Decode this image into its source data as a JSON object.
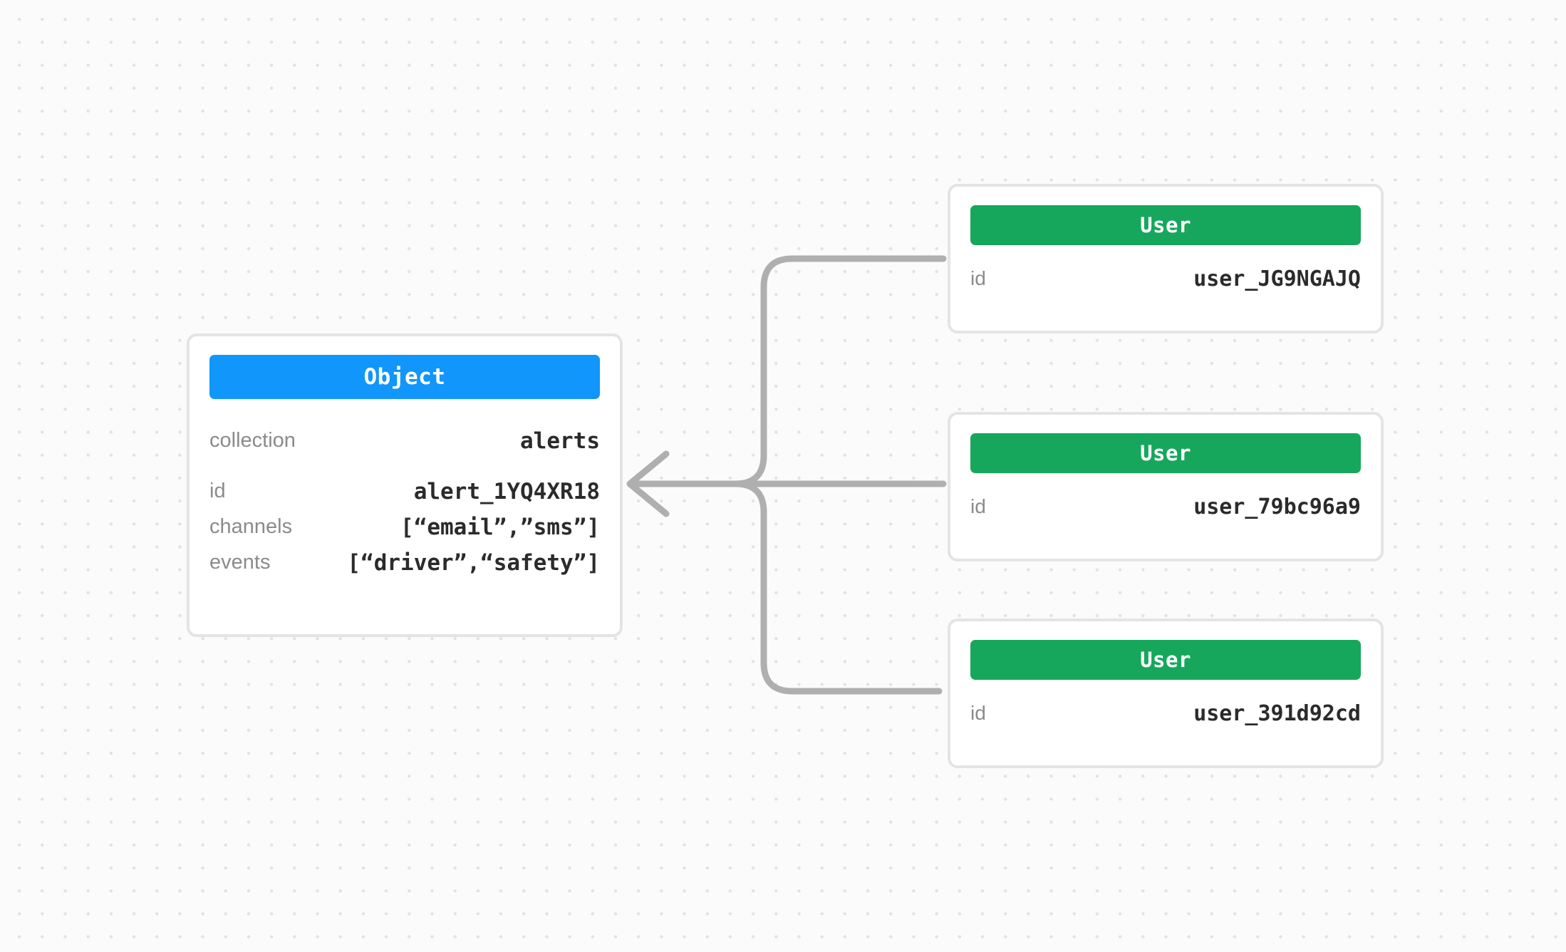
{
  "canvas": {
    "background_color": "#fbfbfb",
    "dot_color": "#e2e2e2",
    "edge_color": "#afafaf",
    "card_border_color": "#e4e4e4",
    "accent_object": "#1196fb",
    "accent_user": "#16a75c"
  },
  "object_node": {
    "type_label": "Object",
    "fields": [
      {
        "key": "collection",
        "value": "alerts"
      },
      {
        "key": "id",
        "value": "alert_1YQ4XR18"
      },
      {
        "key": "channels",
        "value": "[“email”,”sms”]"
      },
      {
        "key": "events",
        "value": "[“driver”,“safety”]"
      }
    ]
  },
  "user_nodes": [
    {
      "type_label": "User",
      "fields": [
        {
          "key": "id",
          "value": "user_JG9NGAJQ"
        }
      ]
    },
    {
      "type_label": "User",
      "fields": [
        {
          "key": "id",
          "value": "user_79bc96a9"
        }
      ]
    },
    {
      "type_label": "User",
      "fields": [
        {
          "key": "id",
          "value": "user_391d92cd"
        }
      ]
    }
  ],
  "edges": [
    {
      "from": "user_JG9NGAJQ",
      "to": "alert_1YQ4XR18",
      "direction": "left"
    },
    {
      "from": "user_79bc96a9",
      "to": "alert_1YQ4XR18",
      "direction": "left"
    },
    {
      "from": "user_391d92cd",
      "to": "alert_1YQ4XR18",
      "direction": "left"
    }
  ]
}
